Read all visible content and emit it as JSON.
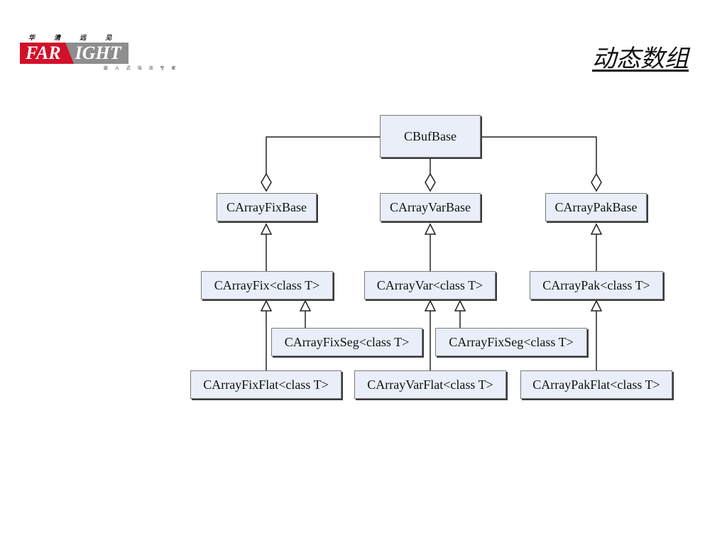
{
  "slide": {
    "title": "动态数组"
  },
  "logo": {
    "top_text": "华 清 远 见",
    "word_left": "FAR",
    "word_right": "IGHT",
    "bottom_text": "嵌 入 式 培 训 专 家"
  },
  "diagram": {
    "nodes": {
      "cbufbase": "CBufBase",
      "carrayfixbase": "CArrayFixBase",
      "carrayvarbase": "CArrayVarBase",
      "carraypakbase": "CArrayPakBase",
      "carrayfix": "CArrayFix<class T>",
      "carrayvar": "CArrayVar<class T>",
      "carraypak": "CArrayPak<class T>",
      "carrayfixseg_1": "CArrayFixSeg<class T>",
      "carrayfixseg_2": "CArrayFixSeg<class T>",
      "carrayfixflat": "CArrayFixFlat<class T>",
      "carrayvarflat": "CArrayVarFlat<class T>",
      "carraypakflat": "CArrayPakFlat<class T>"
    },
    "edges": [
      {
        "from": "cbufbase",
        "to": "carrayfixbase",
        "kind": "aggregation"
      },
      {
        "from": "cbufbase",
        "to": "carrayvarbase",
        "kind": "aggregation"
      },
      {
        "from": "cbufbase",
        "to": "carraypakbase",
        "kind": "aggregation"
      },
      {
        "from": "carrayfix",
        "to": "carrayfixbase",
        "kind": "inheritance"
      },
      {
        "from": "carrayvar",
        "to": "carrayvarbase",
        "kind": "inheritance"
      },
      {
        "from": "carraypak",
        "to": "carraypakbase",
        "kind": "inheritance"
      },
      {
        "from": "carrayfixflat",
        "to": "carrayfix",
        "kind": "inheritance"
      },
      {
        "from": "carrayfixseg_1",
        "to": "carrayfix",
        "kind": "inheritance"
      },
      {
        "from": "carrayvarflat",
        "to": "carrayvar",
        "kind": "inheritance"
      },
      {
        "from": "carrayfixseg_2",
        "to": "carrayvar",
        "kind": "inheritance"
      },
      {
        "from": "carraypakflat",
        "to": "carraypak",
        "kind": "inheritance"
      }
    ]
  }
}
